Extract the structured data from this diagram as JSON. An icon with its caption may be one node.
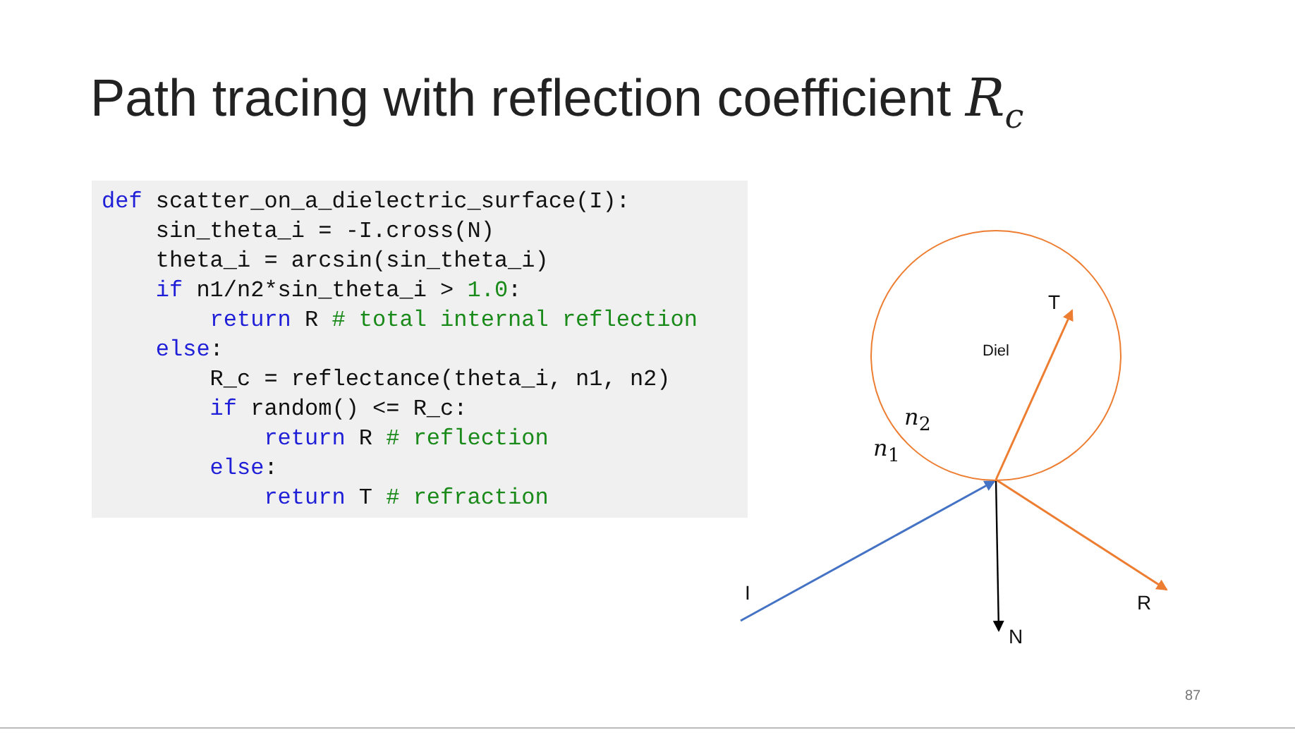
{
  "diagram": {
    "title": "Path tracing with reflection coefficient *R*$_{c}$",
    "nodes": [
      {
        "text": [
          "def scatter_on_a_dielectric_surface(I):",
          "sin_theta_i = -I.cross(N)",
          "theta_i = arcsin(sin_theta_i)",
          "if n1/n2*sin_theta_i > 1.0:",
          "return R # total internal reflection",
          "else:",
          "R_c = reflectance(theta_i, n1, n2)",
          "if random() <= R_c:",
          "return R # reflection",
          "else:",
          "return T # refraction"
        ]
      },
      {
        "text": [
          "Diel"
        ]
      }
    ],
    "labels": [
      "T",
      "*n*$_{2}$",
      "*n*$_{1}$",
      "I",
      "R",
      "N",
      "87"
    ]
  }
}
